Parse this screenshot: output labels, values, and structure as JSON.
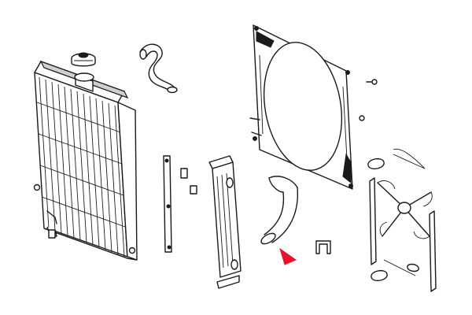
{
  "colors": {
    "background": "#ffffff",
    "line": "#1a1a1a",
    "pointer_arrow": "#e8112d"
  },
  "parts": [
    {
      "id": "radiator",
      "icon": "radiator-core-icon"
    },
    {
      "id": "radiator-cap",
      "icon": "pressure-cap-icon"
    },
    {
      "id": "upper-hose",
      "icon": "upper-hose-icon"
    },
    {
      "id": "fan-shroud",
      "icon": "fan-shroud-icon"
    },
    {
      "id": "mounting-strip",
      "icon": "mounting-strip-icon"
    },
    {
      "id": "side-tank",
      "icon": "side-tank-icon"
    },
    {
      "id": "lower-hose",
      "icon": "lower-hose-icon"
    },
    {
      "id": "u-bracket",
      "icon": "u-bracket-icon"
    },
    {
      "id": "fan",
      "icon": "fan-blade-icon"
    },
    {
      "id": "fan-spacer",
      "icon": "fan-spacer-icon"
    }
  ]
}
